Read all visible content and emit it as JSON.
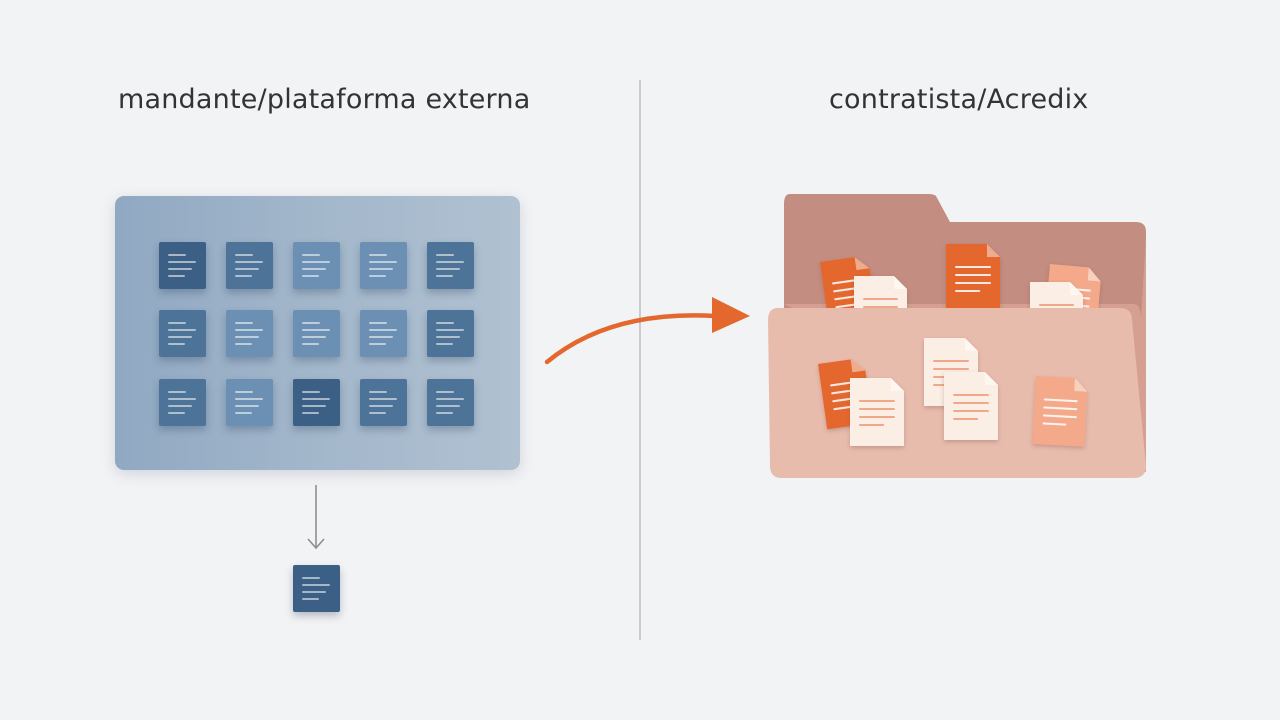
{
  "left": {
    "title": "mandante/plataforma externa",
    "panel_color": "#a3b7cb",
    "tile_colors": {
      "dark": "#3b5f85",
      "mid": "#4d7398",
      "light": "#6b90b4"
    },
    "grid": [
      [
        "dark",
        "mid",
        "light",
        "light",
        "mid"
      ],
      [
        "mid",
        "light",
        "light",
        "light",
        "mid"
      ],
      [
        "mid",
        "light",
        "dark",
        "mid",
        "mid"
      ]
    ],
    "extracted_tile": "dark"
  },
  "right": {
    "title": "contratista/Acredix",
    "folder_colors": {
      "back": "#c48d81",
      "front": "#e8bcad"
    },
    "doc_colors": {
      "orange": "#e4672e",
      "peach": "#f3a98a",
      "cream": "#fbeee5"
    },
    "arrow_color": "#e4672e",
    "docs": [
      {
        "name": "orange-doc-back-left",
        "color": "orange"
      },
      {
        "name": "cream-doc-back-left",
        "color": "cream"
      },
      {
        "name": "orange-doc-back-center",
        "color": "orange"
      },
      {
        "name": "peach-doc-back-right",
        "color": "peach"
      },
      {
        "name": "cream-doc-back-right",
        "color": "cream"
      },
      {
        "name": "orange-doc-front-left",
        "color": "orange"
      },
      {
        "name": "cream-doc-front-left",
        "color": "cream"
      },
      {
        "name": "cream-doc-front-center-back",
        "color": "cream"
      },
      {
        "name": "cream-doc-front-center",
        "color": "cream"
      },
      {
        "name": "peach-doc-front-right",
        "color": "peach"
      }
    ]
  }
}
